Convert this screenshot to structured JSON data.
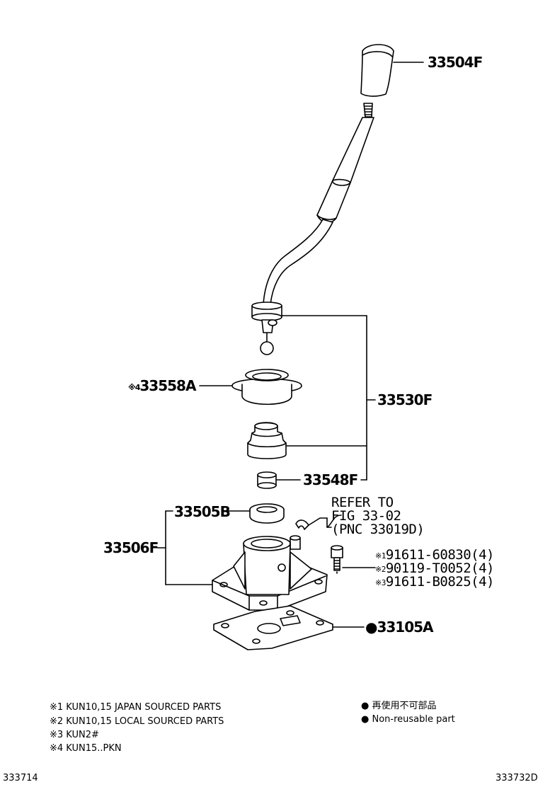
{
  "parts": {
    "shift_knob": "33504F",
    "shift_lever_assy": "33530F",
    "seat": "33558A",
    "seat_mark": "※4",
    "bushing": "33548F",
    "boot": "33505B",
    "retainer": "33506F",
    "gasket": "33105A",
    "gasket_mark": "●"
  },
  "refer": {
    "line1": "REFER TO",
    "line2": "FIG 33-02",
    "line3": "(PNC 33019D)"
  },
  "bolts": [
    {
      "mark": "※1",
      "number": "91611-60830(4)"
    },
    {
      "mark": "※2",
      "number": "90119-T0052(4)"
    },
    {
      "mark": "※3",
      "number": "91611-B0825(4)"
    }
  ],
  "notes": [
    "※1 KUN10,15  JAPAN SOURCED PARTS",
    "※2 KUN10,15  LOCAL SOURCED PARTS",
    "※3 KUN2#",
    "※4 KUN15..PKN"
  ],
  "legend": {
    "bullet": "●",
    "line1": "再使用不可部品",
    "line2": "Non-reusable part"
  },
  "codes": {
    "left": "333714",
    "right": "333732D"
  }
}
